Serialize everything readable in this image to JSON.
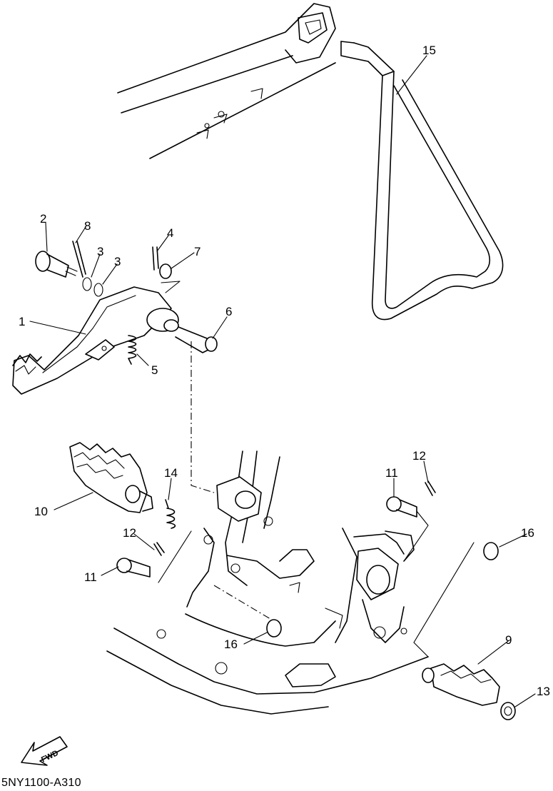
{
  "callouts": {
    "c1": "1",
    "c2": "2",
    "c3a": "3",
    "c3b": "3",
    "c4": "4",
    "c5": "5",
    "c6": "6",
    "c7": "7",
    "c8": "8",
    "c9": "9",
    "c10": "10",
    "c11a": "11",
    "c11b": "11",
    "c12a": "12",
    "c12b": "12",
    "c13": "13",
    "c14": "14",
    "c15": "15",
    "c16a": "16",
    "c16b": "16"
  },
  "fwd_label": "FWD",
  "diagram_code": "5NY1100-A310"
}
